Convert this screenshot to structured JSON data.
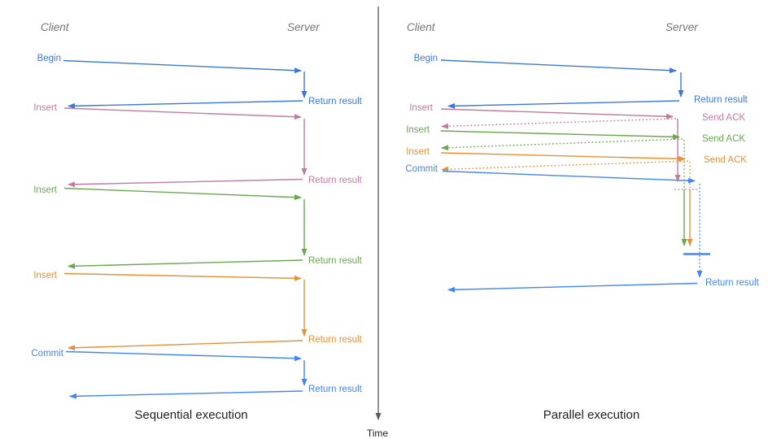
{
  "colors": {
    "begin_blue": "#3c78d8",
    "commit_blue": "#4285f4",
    "pink": "#c27ba0",
    "green": "#6aa84f",
    "orange": "#e69138",
    "axis": "#595959",
    "header": "#757575",
    "caption": "#1f1f1f"
  },
  "timeline": {
    "label": "Time"
  },
  "sequential": {
    "caption": "Sequential execution",
    "client_header": "Client",
    "server_header": "Server",
    "messages": [
      {
        "label": "Begin",
        "response": "Return result"
      },
      {
        "label": "Insert",
        "response": "Return result"
      },
      {
        "label": "Insert",
        "response": "Return result"
      },
      {
        "label": "Insert",
        "response": "Return result"
      },
      {
        "label": "Commit",
        "response": "Return result"
      }
    ]
  },
  "parallel": {
    "caption": "Parallel execution",
    "client_header": "Client",
    "server_header": "Server",
    "messages": [
      {
        "label": "Begin",
        "response": "Return result"
      },
      {
        "label": "Insert",
        "response": "Send ACK"
      },
      {
        "label": "Insert",
        "response": "Send ACK"
      },
      {
        "label": "Insert",
        "response": "Send ACK"
      },
      {
        "label": "Commit",
        "response": ""
      }
    ],
    "final_response": "Return result"
  }
}
